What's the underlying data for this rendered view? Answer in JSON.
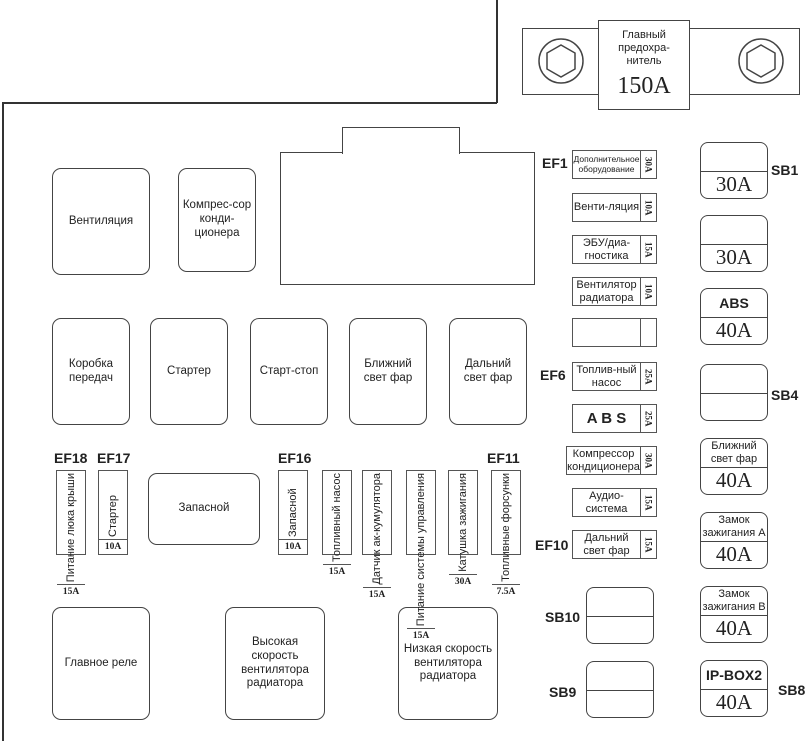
{
  "main_fuse": {
    "label": "Главный предохра-нитель",
    "rating": "150A"
  },
  "relays": [
    {
      "label": "Вентиляция"
    },
    {
      "label": "Компрес-сор конди-ционера"
    },
    {
      "label": "Коробка передач"
    },
    {
      "label": "Стартер"
    },
    {
      "label": "Старт-стоп"
    },
    {
      "label": "Ближний свет фар"
    },
    {
      "label": "Дальний свет фар"
    },
    {
      "label": "Запасной"
    },
    {
      "label": "Главное реле"
    },
    {
      "label": "Высокая скорость вентилятора радиатора"
    },
    {
      "label": "Низкая скорость вентилятора радиатора"
    }
  ],
  "right_fuses": [
    {
      "label": "Дополнительное оборудование",
      "rating": "30A"
    },
    {
      "label": "Венти-ляция",
      "rating": "10A"
    },
    {
      "label": "ЭБУ/диа-гностика",
      "rating": "15A"
    },
    {
      "label": "Вентилятор радиатора",
      "rating": "10A"
    },
    {
      "label": "",
      "rating": ""
    },
    {
      "label": "Топлив-ный насос",
      "rating": "25A"
    },
    {
      "label": "A B S",
      "rating": "25A"
    },
    {
      "label": "Компрессор кондиционера",
      "rating": "30A"
    },
    {
      "label": "Аудио-система",
      "rating": "15A"
    },
    {
      "label": "Дальний свет фар",
      "rating": "15A"
    }
  ],
  "bottom_fuses": [
    {
      "label": "Питание люка крыши",
      "rating": "15A"
    },
    {
      "label": "Стартер",
      "rating": "10A"
    },
    {
      "label": "Запасной",
      "rating": "10A"
    },
    {
      "label": "Топливный насос",
      "rating": "15A"
    },
    {
      "label": "Датчик ак-кумулятора",
      "rating": "15A"
    },
    {
      "label": "Питание системы управления",
      "rating": "15A"
    },
    {
      "label": "Катушка зажигания",
      "rating": "30A"
    },
    {
      "label": "Топливные форсунки",
      "rating": "7.5A"
    }
  ],
  "sb_fuses": [
    {
      "label": "",
      "rating": "30A"
    },
    {
      "label": "",
      "rating": "30A"
    },
    {
      "label": "ABS",
      "rating": "40A"
    },
    {
      "label": "",
      "rating": ""
    },
    {
      "label": "Ближний свет фар",
      "rating": "40A"
    },
    {
      "label": "Замок зажигания A",
      "rating": "40A"
    },
    {
      "label": "Замок зажигания B",
      "rating": "40A"
    },
    {
      "label": "IP-BOX2",
      "rating": "40A"
    },
    {
      "label": "",
      "rating": ""
    },
    {
      "label": "",
      "rating": ""
    }
  ],
  "position_labels": [
    "EF1",
    "EF6",
    "EF10",
    "SB1",
    "SB4",
    "SB8",
    "SB10",
    "SB9",
    "EF18",
    "EF17",
    "EF16",
    "EF11"
  ]
}
